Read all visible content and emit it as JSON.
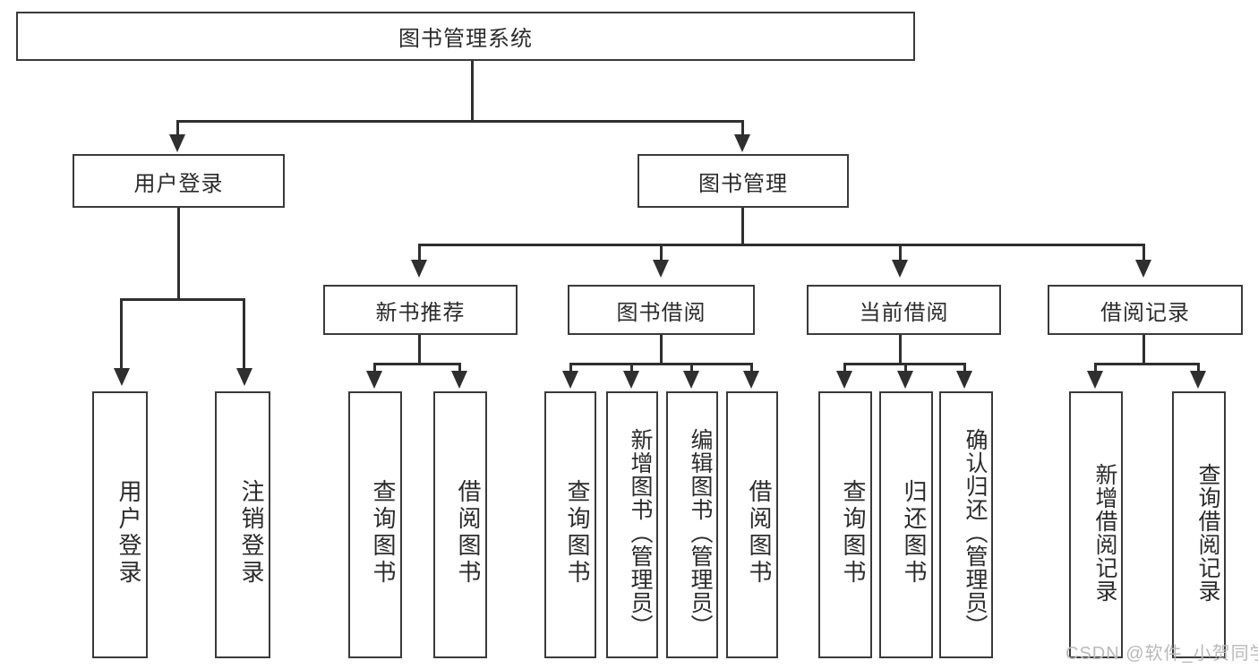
{
  "diagram": {
    "title": "图书管理系统",
    "type": "tree-hierarchy",
    "root": {
      "label": "图书管理系统"
    },
    "level2": [
      {
        "label": "用户登录"
      },
      {
        "label": "图书管理"
      }
    ],
    "level3": [
      {
        "label": "新书推荐"
      },
      {
        "label": "图书借阅"
      },
      {
        "label": "当前借阅"
      },
      {
        "label": "借阅记录"
      }
    ],
    "leaves": {
      "user_login": [
        {
          "label": "用户登录"
        },
        {
          "label": "注销登录"
        }
      ],
      "new_book_recommend": [
        {
          "label": "查询图书"
        },
        {
          "label": "借阅图书"
        }
      ],
      "book_borrow": [
        {
          "label": "查询图书"
        },
        {
          "label": "新增图书（管理员）"
        },
        {
          "label": "编辑图书（管理员）"
        },
        {
          "label": "借阅图书"
        }
      ],
      "current_borrow": [
        {
          "label": "查询图书"
        },
        {
          "label": "归还图书"
        },
        {
          "label": "确认归还（管理员）"
        }
      ],
      "borrow_record": [
        {
          "label": "新增借阅记录"
        },
        {
          "label": "查询借阅记录"
        }
      ]
    }
  },
  "watermark": {
    "text": "CSDN @软件_小贺同学"
  },
  "colors": {
    "border": "#3a3a3a",
    "line": "#2f2f2f",
    "text": "#2b2b2b",
    "background": "#ffffff",
    "watermark": "#b9b9b9"
  }
}
